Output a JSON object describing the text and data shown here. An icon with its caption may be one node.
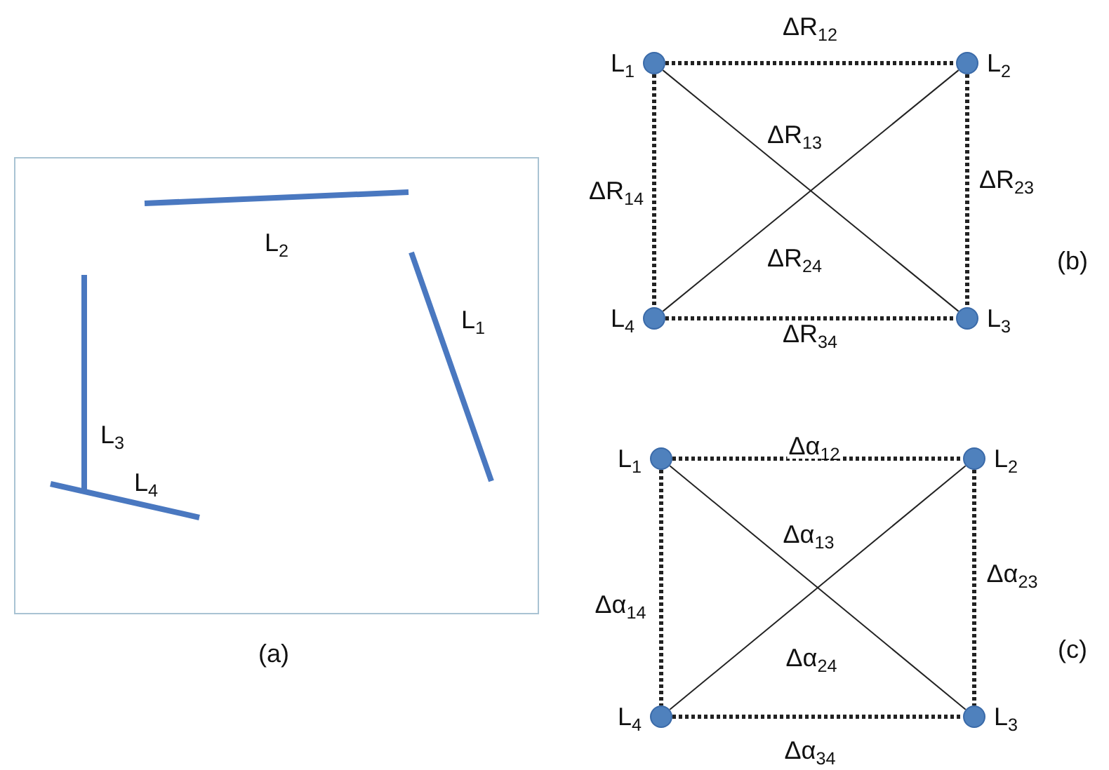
{
  "diagram": {
    "nodes": [
      {
        "text": [
          "L$_{1}$"
        ]
      },
      {
        "text": [
          "L$_{2}$"
        ]
      },
      {
        "text": [
          "L$_{4}$"
        ]
      },
      {
        "text": [
          "L$_{3}$"
        ]
      },
      {
        "text": [
          "L$_{1}$"
        ]
      },
      {
        "text": [
          "L$_{2}$"
        ]
      },
      {
        "text": [
          "L$_{4}$"
        ]
      },
      {
        "text": [
          "L$_{3}$"
        ]
      }
    ],
    "edges": [
      {
        "from": 0,
        "to": 1,
        "arrow": "none",
        "style": "dashed",
        "label": "ΔR$_{12}$"
      },
      {
        "from": 0,
        "to": 3,
        "arrow": "none",
        "label": "ΔR$_{13}$"
      },
      {
        "from": 0,
        "to": 2,
        "arrow": "none",
        "style": "dashed",
        "label": "ΔR$_{14}$"
      },
      {
        "from": 1,
        "to": 3,
        "arrow": "none",
        "style": "dashed",
        "label": "ΔR$_{23}$"
      },
      {
        "from": 1,
        "to": 2,
        "arrow": "none",
        "label": "ΔR$_{24}$"
      },
      {
        "from": 2,
        "to": 3,
        "arrow": "none",
        "style": "dashed",
        "label": "ΔR$_{34}$"
      },
      {
        "from": 4,
        "to": 5,
        "arrow": "none",
        "style": "dashed",
        "label": "Δα$_{12}$"
      },
      {
        "from": 4,
        "to": 7,
        "arrow": "none",
        "label": "Δα$_{13}$"
      },
      {
        "from": 4,
        "to": 6,
        "arrow": "none",
        "style": "dashed",
        "label": "Δα$_{14}$"
      },
      {
        "from": 5,
        "to": 7,
        "arrow": "none",
        "style": "dashed",
        "label": "Δα$_{23}$"
      },
      {
        "from": 5,
        "to": 6,
        "arrow": "none",
        "label": "Δα$_{24}$"
      },
      {
        "from": 6,
        "to": 7,
        "arrow": "none",
        "style": "dashed",
        "label": "Δα$_{34}$"
      }
    ],
    "labels": [
      "L$_{2}$",
      "L$_{1}$",
      "L$_{3}$",
      "L$_{4}$",
      "(a)",
      "(b)",
      "(c)"
    ]
  }
}
